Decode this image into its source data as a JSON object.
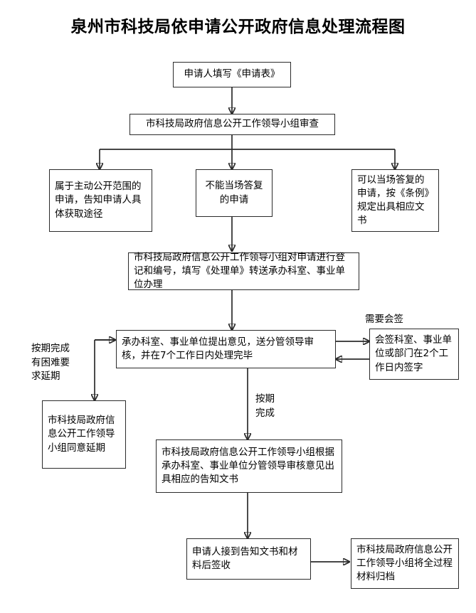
{
  "title": "泉州市科技局依申请公开政府信息处理流程图",
  "flowchart": {
    "type": "flowchart",
    "nodes": [
      {
        "id": "n1",
        "text": "申请人填写《申请表》"
      },
      {
        "id": "n2",
        "text": "市科技局政府信息公开工作领导小组审查"
      },
      {
        "id": "n3",
        "text": "属于主动公开范围的申请，告知申请人具体获取途径"
      },
      {
        "id": "n4",
        "text": "不能当场答复的申请"
      },
      {
        "id": "n5",
        "text": "可以当场答复的申请，按《条例》规定出具相应文书"
      },
      {
        "id": "n6",
        "text": "市科技局政府信息公开工作领导小组对申请进行登记和编号，填写《处理单》转送承办科室、事业单位办理"
      },
      {
        "id": "n7",
        "text": "承办科室、事业单位提出意见，送分管领导审核，并在7个工作日内处理完毕"
      },
      {
        "id": "n8",
        "text": "会签科室、事业单位或部门在2个工作日内签字"
      },
      {
        "id": "n9",
        "text": "市科技局政府信息公开工作领导小组同意延期"
      },
      {
        "id": "n10",
        "text": "市科技局政府信息公开工作领导小组根据承办科室、事业单位分管领导审核意见出具相应的告知文书"
      },
      {
        "id": "n11",
        "text": "申请人接到告知文书和材料后签收"
      },
      {
        "id": "n12",
        "text": "市科技局政府信息公开工作领导小组将全过程材料归档"
      }
    ],
    "edge_labels": {
      "countersign": "需要会签",
      "extension": "按期完成\n有困难要\n求延期",
      "on_time": "按期\n完成"
    }
  },
  "colors": {
    "stroke": "#2b2b2b",
    "background": "#ffffff",
    "text": "#000000"
  }
}
